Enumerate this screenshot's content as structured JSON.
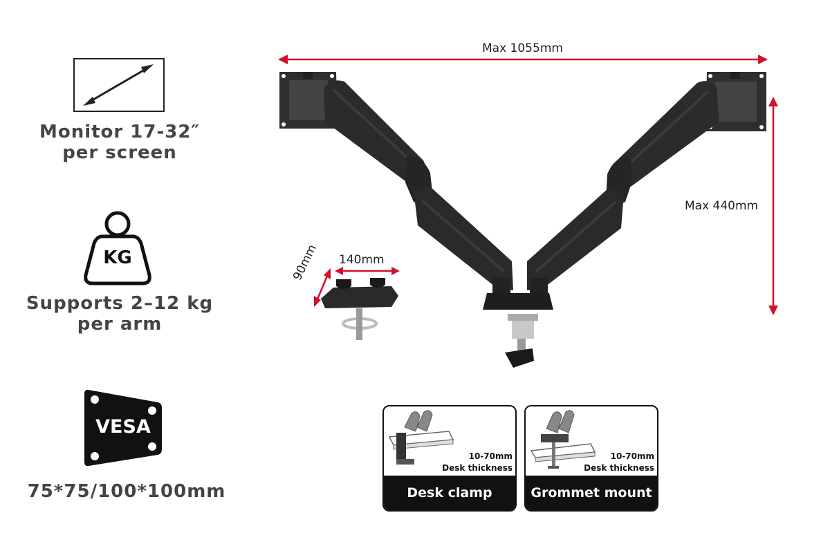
{
  "features": {
    "monitor": {
      "line1": "Monitor 17-32″",
      "line2": "per screen"
    },
    "weight": {
      "badge": "KG",
      "line1": "Supports 2–12 kg",
      "line2": "per arm"
    },
    "vesa": {
      "badge": "VESA",
      "line1": "75*75/100*100mm"
    }
  },
  "dimensions": {
    "width": "Max 1055mm",
    "height": "Max 440mm",
    "base_width": "140mm",
    "base_depth": "90mm"
  },
  "mounts": [
    {
      "title": "Desk clamp",
      "range": "10-70mm",
      "note": "Desk thickness"
    },
    {
      "title": "Grommet mount",
      "range": "10-70mm",
      "note": "Desk thickness"
    }
  ],
  "colors": {
    "accent": "#d0102a",
    "arm": "#2b2b2b",
    "text": "#444444"
  }
}
